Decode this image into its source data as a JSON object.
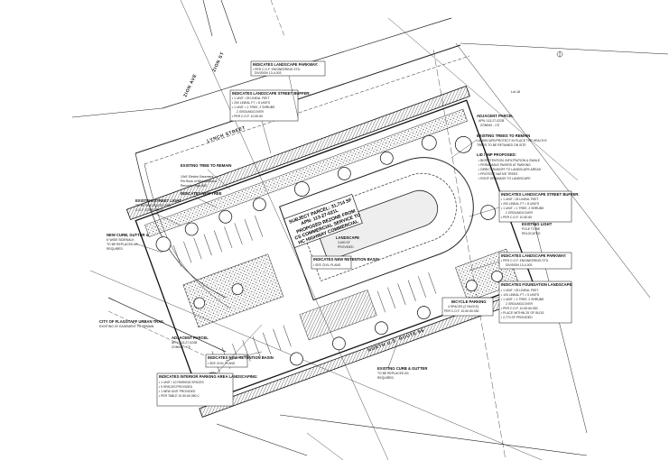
{
  "streets": {
    "lynch_street": "LYNCH STREET",
    "route_66": "NORTH U.S. ROUTE 66",
    "diagonal_left": "ZION ST",
    "diagonal_left2": "ZION AVE"
  },
  "lot_label": "Lot 18",
  "center": {
    "title": "SUBJECT PARCEL: 31,714 SF",
    "apn": "APN: 113-27-021L",
    "rezone1": "PROPOSED REZONE FROM",
    "rezone2": "CS COMMERCIAL SERVICE TO",
    "rezone3": "HC HIGHWAY COMMERCIAL"
  },
  "notes": {
    "landscape_parkway_top": {
      "title": "INDICATES LANDSCAPE PARKWAY:",
      "lines": [
        "• PER C.O.F. ENGINEERING STD.",
        "DIVISION 13-4-003"
      ]
    },
    "landscape_street_buffer_top": {
      "title": "INDICATES LANDSCAPE STREET BUFFER:",
      "lines": [
        "• 1 UNIT / 25 LINEAL FEET",
        "• 200 LINEAL FT = 8 UNITS",
        "• 1 UNIT = 1 TREE, 2 SHRUBS",
        "2 GROUNDCOVER",
        "• PER C.O.F. 10-50.60"
      ]
    },
    "existing_tree_remain": {
      "title": "EXISTING TREE TO REMAIN",
      "lines": [
        "10x5' Electric Easement",
        "Per Book of Miscellaneous",
        "Records, Page 860"
      ]
    },
    "new_tree": {
      "title": "INDICATES NEW TREE",
      "lines": []
    },
    "existing_street_light": {
      "title": "EXISTING STREET LIGHT",
      "lines": [
        "TO BE RELOCATED PER",
        "C.O.F. STANDARDS"
      ]
    },
    "curb_gutter_left": {
      "title": "NEW CURB, GUTTER &",
      "lines": [
        "6' WIDE SIDEWALK",
        "TO BE REPLACED AS",
        "REQUIRED"
      ]
    },
    "city_flagstaff": {
      "title": "CITY OF FLAGSTAFF URBAN TRAIL",
      "lines": [
        "EXISTING 20' EASEMENT TO REMAIN"
      ]
    },
    "adjacent_parcel_bottom": {
      "title": "ADJACENT PARCEL",
      "lines": [
        "APN: 113-27-024B",
        "ZONING - CS"
      ]
    },
    "retention_bottom": {
      "title": "INDICATES NEW RETENTION BASIN",
      "lines": [
        "• SEE CIVIL PLANS"
      ]
    },
    "interior_landscaping": {
      "title": "INDICATES INTERIOR PARKING AREA LANDSCAPING:",
      "lines": [
        "• 1 UNIT / 10 PARKING SPACES",
        "• 9 SPACES PROVIDED",
        "• 1 NEW UNIT PROVIDED",
        "• PER TABLE 10-50.60.050.C"
      ]
    },
    "adjacent_parcel_right": {
      "title": "ADJACENT PARCEL",
      "lines": [
        "APN: 113-27-022B",
        "ZONING - CS"
      ]
    },
    "existing_trees_remain_right": {
      "title": "EXISTING TREES TO REMAIN",
      "lines": [
        "LANDSCAPE/PROTECT IN PLACE THE HEALTHY",
        "TREES TO BE RETAINED ON SITE"
      ]
    },
    "lid_approaches": {
      "title": "LID / IMP PROPOSED:",
      "lines": [
        "• BIORETENTION, INFILTRATION & SWALE",
        "• PERMEABLE PAVERS AT PARKING",
        "• DIRECT RUNOFF TO LANDSCAPE AREAS",
        "• PROTECT NATIVE TREES",
        "• ROOF DRAINAGE TO LANDSCAPE"
      ]
    },
    "landscape_street_buffer_right": {
      "title": "INDICATES LANDSCAPE STREET BUFFER:",
      "lines": [
        "• 1 UNIT / 25 LINEAL FEET",
        "• 200 LINEAL FT = 8 UNITS",
        "• 1 UNIT = 1 TREE, 2 SHRUBS",
        "2 GROUNDCOVER",
        "• PER C.O.F. 10-50.60"
      ]
    },
    "existing_light_right": {
      "title": "EXISTING LIGHT",
      "lines": [
        "POLE TO BE",
        "RELOCATED"
      ]
    },
    "landscape_parkway_right": {
      "title": "INDICATES LANDSCAPE PARKWAY:",
      "lines": [
        "• PER C.O.F. ENGINEERING STD.",
        "DIVISION 13-4-003"
      ]
    },
    "foundation_landscape": {
      "title": "INDICATES FOUNDATION LANDSCAPE:",
      "lines": [
        "• 1 UNIT / 25 LINEAL FEET",
        "• 103 LINEAL FT = 5 UNITS",
        "• 1 UNIT = 1 TREE, 2 SHRUBS",
        "2 GROUNDCOVER",
        "• PER C.O.F. 10-50.60.050",
        "• PLACE WITHIN 25' OF BLDG.",
        "• 2,770 SF PROVIDED"
      ]
    },
    "bicycle_parking": {
      "title": "BICYCLE PARKING",
      "lines": [
        "4 SPACES (2 RACKS)",
        "PER C.O.F. 10-50.80.030"
      ]
    },
    "landscape_bottom_small": {
      "title": "LANDSCAPE",
      "lines": [
        "3,600 SF",
        "PROVIDED"
      ]
    },
    "retention_center": {
      "title": "INDICATES NEW RETENTION BASIN",
      "lines": [
        "• SEE CIVIL PLANS"
      ]
    },
    "curb_gutter_bottom": {
      "title": "EXISTING CURB & GUTTER",
      "lines": [
        "TO BE REPLACED AS",
        "REQUIRED"
      ]
    }
  }
}
